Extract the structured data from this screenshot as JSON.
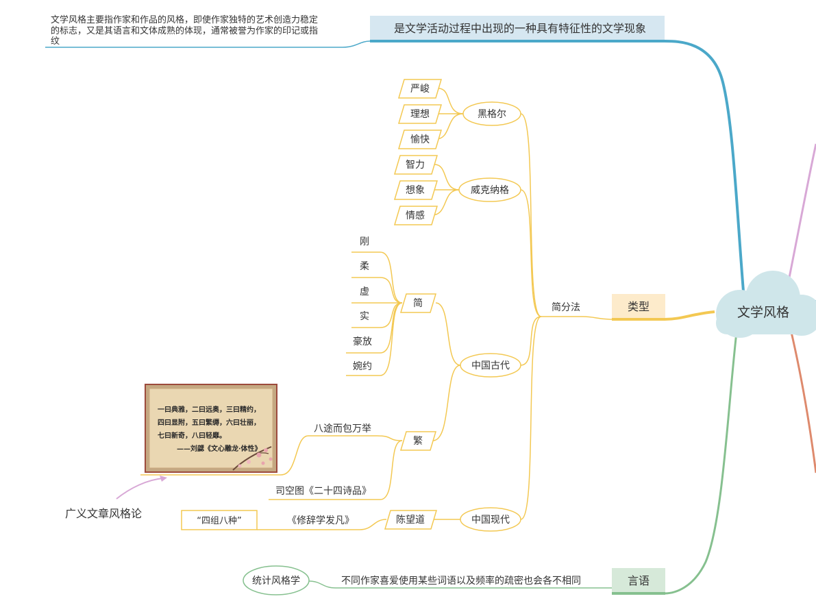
{
  "root": {
    "label": "文学风格"
  },
  "definition": {
    "label": "是文学活动过程中出现的一种具有特征性的文学现象",
    "note_lines": [
      "文学风格主要指作家和作品的风格，即使作家独特的艺术创造力稳定",
      "的标志，又是其语言和文体成熟的体现，通常被誉为作家的印记或指",
      "纹"
    ]
  },
  "types": {
    "label": "类型",
    "method": "简分法",
    "hegel": {
      "label": "黑格尔",
      "items": [
        "严峻",
        "理想",
        "愉快"
      ]
    },
    "wackernagel": {
      "label": "威克纳格",
      "items": [
        "智力",
        "想象",
        "情感"
      ]
    },
    "ancient": {
      "label": "中国古代",
      "jian": {
        "label": "简",
        "items": [
          "刚",
          "柔",
          "虚",
          "实",
          "豪放",
          "婉约"
        ]
      },
      "fan": {
        "label": "繁",
        "bajiao": "八途而包万举",
        "sikongtu": "司空图《二十四诗品》",
        "image_lines": [
          "一曰典雅，二曰远奥，三曰精约，",
          "四曰显附，五曰繁缛，六曰壮丽，",
          "七曰新奇，八曰轻靡。",
          "——刘勰《文心雕龙·体性》"
        ]
      }
    },
    "modern": {
      "label": "中国现代",
      "chen": "陈望道",
      "book": "《修辞学发凡》",
      "sizu": "“四组八种”"
    }
  },
  "broad_note": "广义文章风格论",
  "language": {
    "label": "言语",
    "desc": "不同作家喜爱使用某些词语以及频率的疏密也会各不相同",
    "stat": "统计风格学"
  },
  "colors": {
    "definition_branch": "#4ba8c9",
    "types_branch": "#f3c852",
    "language_branch": "#86c08f",
    "right_branch_pink": "#d8a8d6",
    "right_branch_orange": "#de8a6d",
    "cloud": "#cfe6ea",
    "types_box": "#fdebcb",
    "language_box": "#d6e9d9",
    "definition_box": "#d6e7f1"
  }
}
